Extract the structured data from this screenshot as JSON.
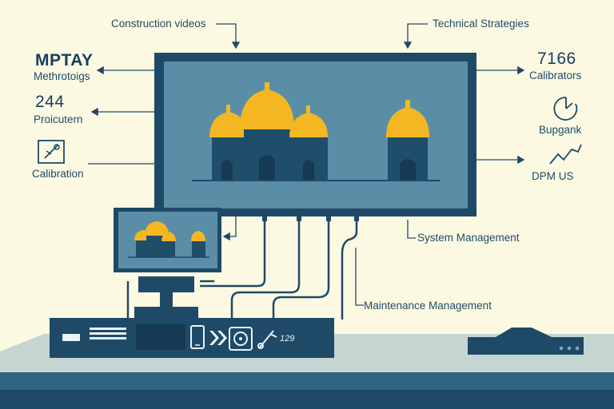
{
  "labels": {
    "construction_videos": "Construction videos",
    "technical_strategies": "Technical Strategies",
    "left_top_title": "MPTAY",
    "left_top_sub": "Methrotoigs",
    "left_mid_value": "244",
    "left_mid_sub": "Proicutern",
    "left_bottom_label": "Calibration",
    "right_top_value": "7166",
    "right_top_sub": "Calibrators",
    "right_mid_label": "Bupgank",
    "right_bottom_label": "DPM US",
    "system_management": "System Management",
    "maintenance_management": "Maintenance Management",
    "device_readout": "129"
  },
  "colors": {
    "background": "#fcf9e3",
    "screen": "#5a8ea6",
    "frame": "#1e4a68",
    "dome": "#f5b623",
    "building": "#1f4e6b",
    "desk_top": "#c4d5d2",
    "floor": "#2f6480",
    "floor_dark": "#1d4866"
  },
  "icons": [
    "calibration-icon",
    "gauge-icon",
    "trend-line-icon",
    "phone-icon",
    "forward-arrows-icon",
    "disc-icon",
    "pen-tool-icon"
  ]
}
